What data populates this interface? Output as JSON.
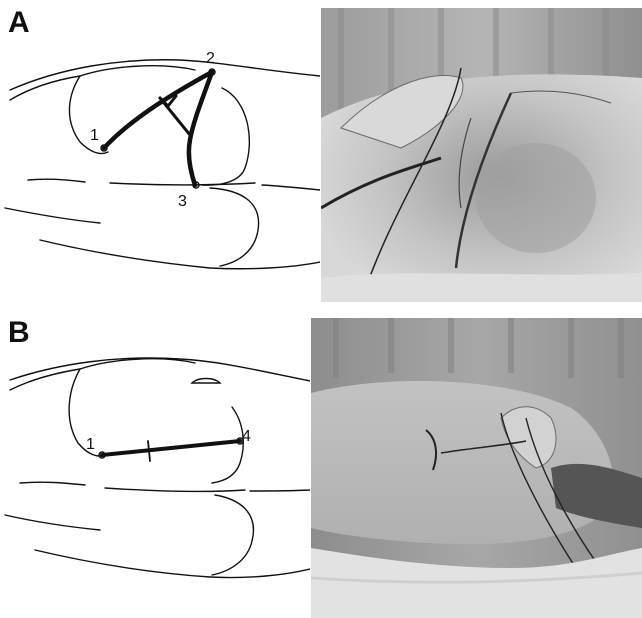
{
  "panels": [
    {
      "label": "A",
      "points": [
        "1",
        "2",
        "3"
      ]
    },
    {
      "label": "B",
      "points": [
        "1",
        "4"
      ]
    }
  ],
  "colors": {
    "ink": "#111111",
    "photo_background": "#8c8c8c",
    "photo_curtain": "#a9a9a9",
    "photo_skin": "#c8c8c8"
  }
}
